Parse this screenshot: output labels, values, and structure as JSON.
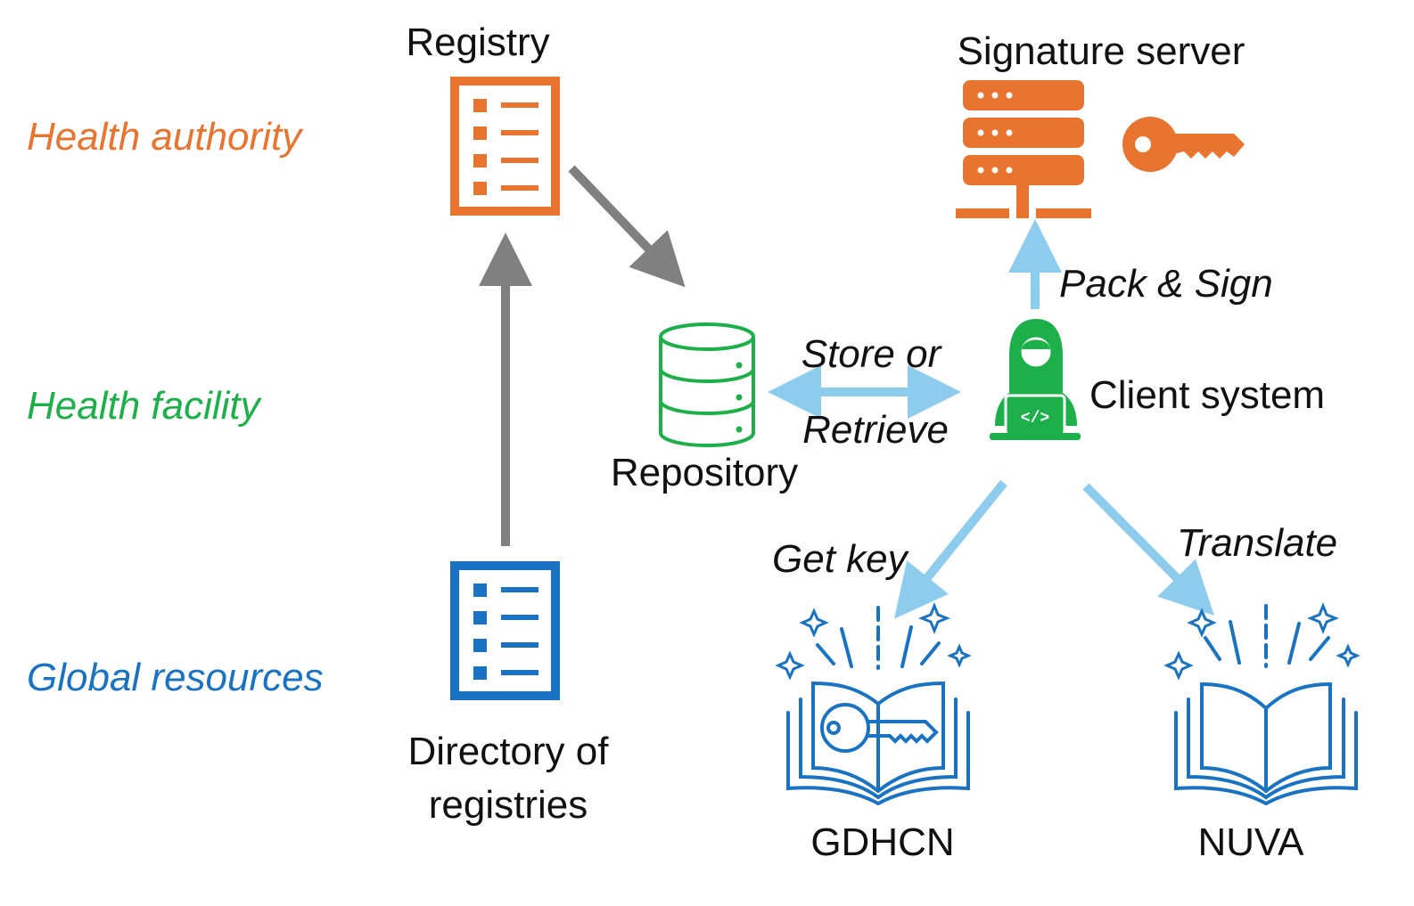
{
  "colors": {
    "health_authority": "#E8742F",
    "health_facility": "#1DB04A",
    "global_resources": "#1A73C2",
    "gray_arrow": "#808080",
    "blue_arrow": "#8DCCEC",
    "text": "#111111"
  },
  "tiers": {
    "health_authority": "Health authority",
    "health_facility": "Health facility",
    "global_resources": "Global resources"
  },
  "nodes": {
    "registry": {
      "label": "Registry",
      "icon": "checklist-icon"
    },
    "signature_server": {
      "label": "Signature server",
      "icon": "server-icon",
      "icon2": "key-icon"
    },
    "repository": {
      "label": "Repository",
      "icon": "database-icon"
    },
    "client_system": {
      "label": "Client system",
      "icon": "developer-icon",
      "code_glyph": "</>"
    },
    "directory": {
      "label_line1": "Directory of",
      "label_line2": "registries",
      "icon": "checklist-icon"
    },
    "gdhcn": {
      "label": "GDHCN",
      "icon": "book-key-icon"
    },
    "nuva": {
      "label": "NUVA",
      "icon": "book-icon"
    }
  },
  "edges": {
    "store_retrieve": {
      "label_line1": "Store or",
      "label_line2": "Retrieve"
    },
    "pack_sign": {
      "label": "Pack & Sign"
    },
    "get_key": {
      "label": "Get key"
    },
    "translate": {
      "label": "Translate"
    }
  }
}
